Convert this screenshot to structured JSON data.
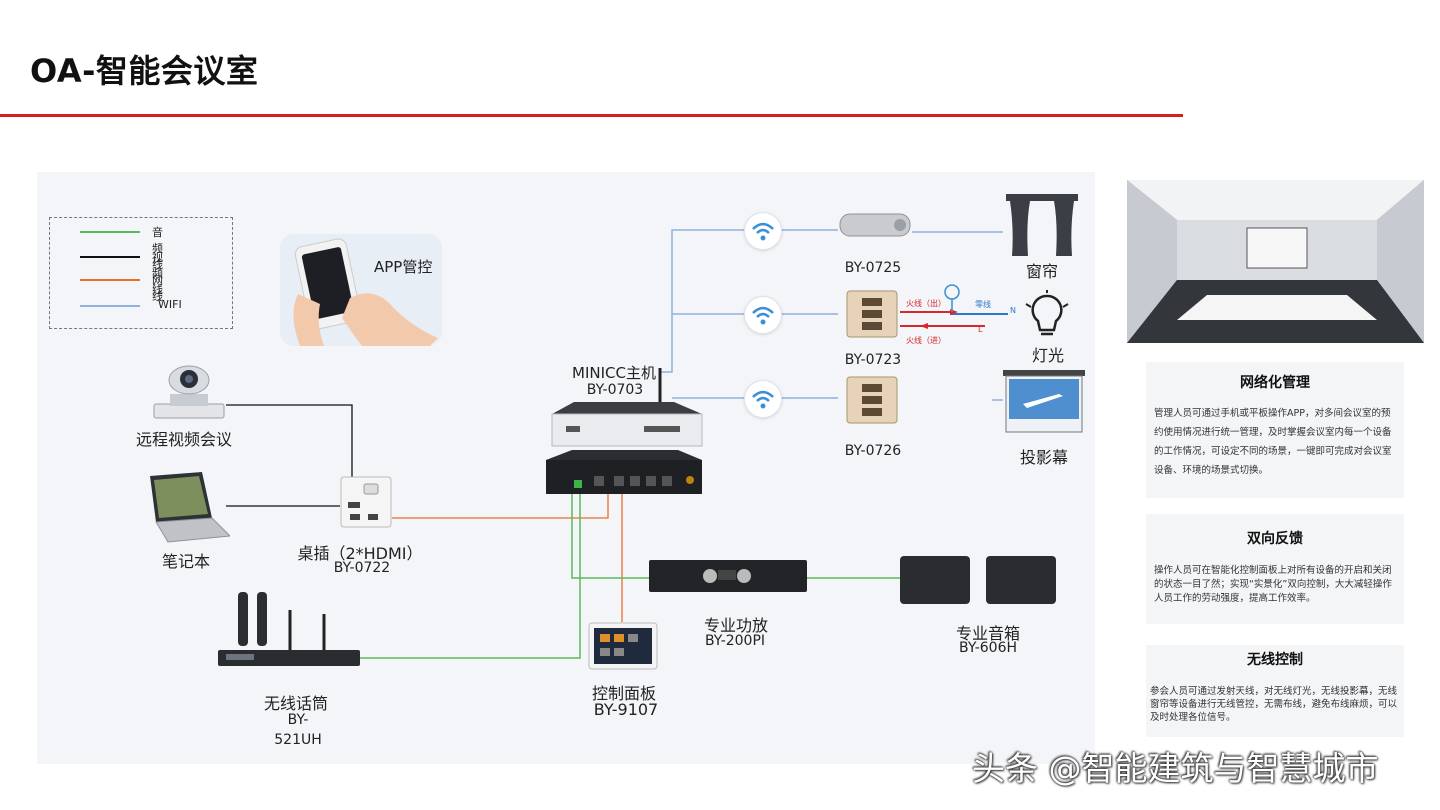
{
  "page_title": "OA-智能会议室",
  "legend": [
    {
      "label": "音频线",
      "color": "#5cb85c"
    },
    {
      "label": "视频线",
      "color": "#111111"
    },
    {
      "label": "网线",
      "color": "#e8702a"
    },
    {
      "label": "WIFI",
      "color": "#8fb0e0"
    }
  ],
  "app": {
    "label": "APP管控"
  },
  "devices": {
    "host": {
      "name": "MINICC主机",
      "model": "BY-0703"
    },
    "video_conf": {
      "name": "远程视频会议"
    },
    "laptop": {
      "name": "笔记本"
    },
    "desk_socket": {
      "name": "桌插（2*HDMI）",
      "model": "BY-0722"
    },
    "mic": {
      "name": "无线话筒",
      "model_line1": "BY-",
      "model_line2": "521UH"
    },
    "control_panel": {
      "name": "控制面板",
      "model": "BY-9107"
    },
    "amplifier": {
      "name": "专业功放",
      "model": "BY-200PI"
    },
    "speakers": {
      "name": "专业音箱",
      "model": "BY-606H"
    },
    "curtain_module": {
      "model": "BY-0725"
    },
    "light_module": {
      "model": "BY-0723"
    },
    "screen_module": {
      "model": "BY-0726"
    },
    "curtain": {
      "name": "窗帘"
    },
    "light": {
      "name": "灯光"
    },
    "projector_screen": {
      "name": "投影幕"
    }
  },
  "wiring": {
    "fire_out": "火线（出）",
    "fire_in": "火线（进）",
    "neutral": "零线",
    "n": "N",
    "l": "L"
  },
  "features": [
    {
      "title": "网络化管理",
      "text": "管理人员可通过手机或平板操作APP，对多间会议室的预约使用情况进行统一管理，及时掌握会议室内每一个设备的工作情况，可设定不同的场景，一键即可完成对会议室设备、环境的场景式切换。"
    },
    {
      "title": "双向反馈",
      "text": "操作人员可在智能化控制面板上对所有设备的开启和关闭的状态一目了然；实现“实景化”双向控制，大大减轻操作人员工作的劳动强度，提高工作效率。"
    },
    {
      "title": "无线控制",
      "text": "参会人员可通过发射天线，对无线灯光，无线投影幕，无线窗帘等设备进行无线管控，无需布线，避免布线麻烦，可以及时处理各位信号。"
    }
  ],
  "watermark": "头条 @智能建筑与智慧城市",
  "colors": {
    "accent_red": "#d81e1e",
    "audio": "#5cb85c",
    "video": "#111111",
    "network": "#e8702a",
    "wifi": "#8fb0e0"
  }
}
